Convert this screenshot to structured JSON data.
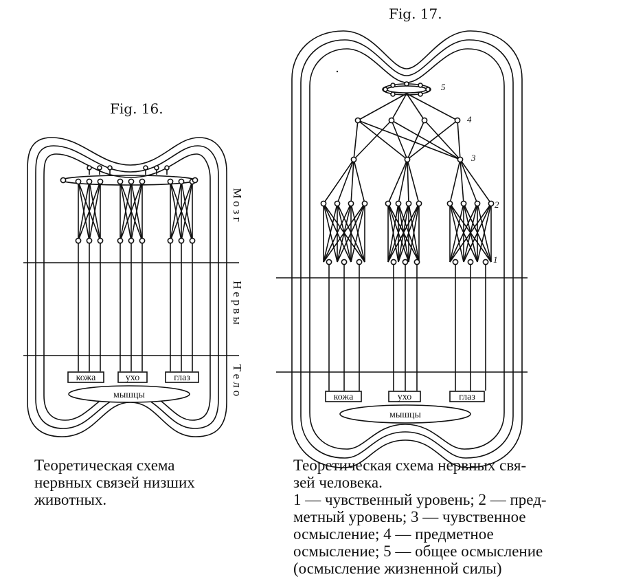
{
  "fig16": {
    "title": "Fig. 16.",
    "side_labels": [
      "Мозг",
      "Нервы",
      "Тело"
    ],
    "organs": [
      "кожа",
      "ухо",
      "глаз"
    ],
    "muscles": "мышцы",
    "caption": "Теоретическая схема\nнервных связей низших\nживотных."
  },
  "fig17": {
    "title": "Fig. 17.",
    "organs": [
      "кожа",
      "ухо",
      "глаз"
    ],
    "muscles": "мышцы",
    "level_numbers": [
      "1",
      "2",
      "3",
      "4",
      "5"
    ],
    "caption": "Теоретическая схема нервных свя-\nзей человека.\n1 — чувственный уровень; 2 — пред-\nметный уровень; 3 — чувственное\nосмысление; 4 — предметное\nосмысление; 5 — общее осмысление\n(осмысление жизненной силы)"
  }
}
